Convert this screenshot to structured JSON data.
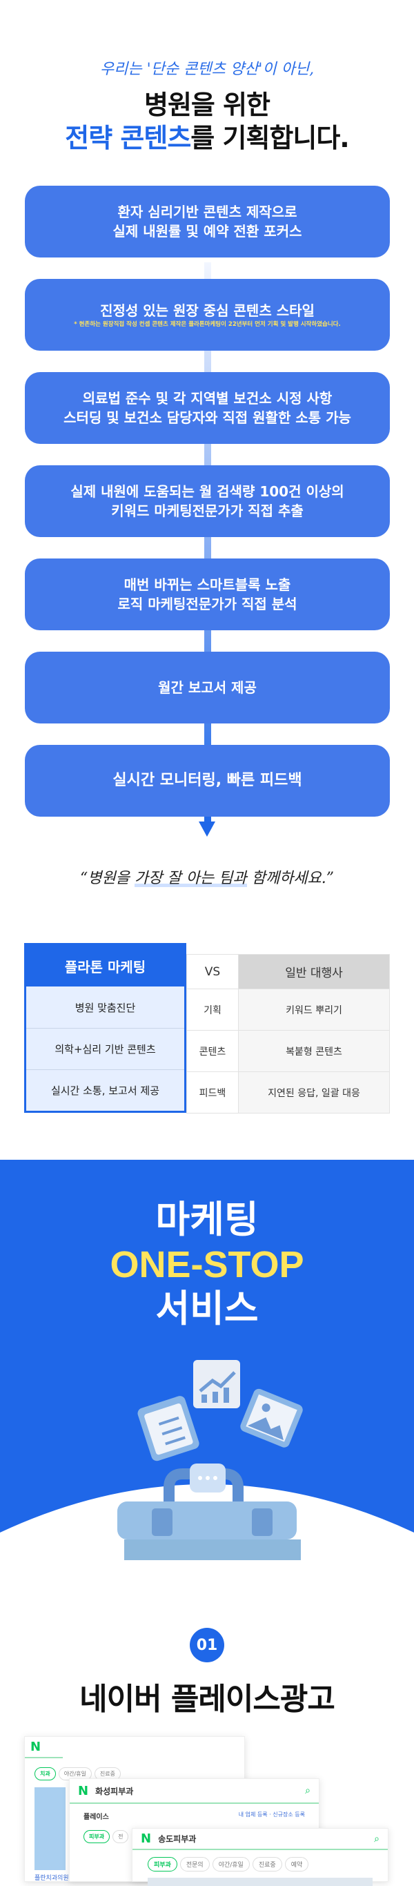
{
  "header": {
    "subtitle": "우리는 '단순 콘텐츠 양산'이 아닌,",
    "title_line1": "병원을 위한",
    "title_line2_blue": "전략 콘텐츠",
    "title_line2_rest": "를 기획합니다."
  },
  "steps": [
    {
      "line1": "환자 심리기반 콘텐츠 제작으로",
      "line2": "실제 내원률 및 예약 전환 포커스"
    },
    {
      "line1": "진정성 있는 원장 중심 콘텐츠 스타일",
      "note": "* 현존하는 원장직접 작성 컨셉 콘텐츠 제작은 플라톤마케팅이 22년부터 먼저 기획 및 발행 시작하였습니다."
    },
    {
      "line1": "의료법 준수 및 각 지역별 보건소 시정 사항",
      "line2": "스터딩 및 보건소 담당자와 직접 원활한 소통 가능"
    },
    {
      "line1": "실제 내원에 도움되는 월 검색량 100건 이상의",
      "line2": "키워드 마케팅전문가가 직접 추출"
    },
    {
      "line1": "매번 바뀌는 스마트블록 노출",
      "line2": "로직 마케팅전문가가 직접 분석"
    },
    {
      "line1": "월간 보고서 제공"
    },
    {
      "line1": "실시간 모니터링, 빠른 피드백"
    }
  ],
  "quote": {
    "open": "“",
    "pre": "병원을 ",
    "underlined": "가장 잘 아는 팀과",
    "post": " 함께하세요.",
    "close": "”"
  },
  "comparison": {
    "left_header": "플라톤 마케팅",
    "vs": "VS",
    "right_header": "일반 대행사",
    "rows": [
      {
        "ours": "병원 맞춤진단",
        "category": "기획",
        "theirs": "키워드 뿌리기"
      },
      {
        "ours": "의학+심리 기반 콘텐츠",
        "category": "콘텐츠",
        "theirs": "복붙형 콘텐츠"
      },
      {
        "ours": "실시간 소통, 보고서 제공",
        "category": "피드백",
        "theirs": "지연된 응답, 일괄 대응"
      }
    ]
  },
  "onestop": {
    "line1": "마케팅",
    "line2": "ONE-STOP",
    "line3": "서비스",
    "accent": "#ffe45c"
  },
  "section01": {
    "number": "01",
    "title": "네이버 플레이스광고"
  },
  "naver": {
    "back": {
      "chips": [
        "치과",
        "야간/휴일",
        "진료중"
      ],
      "result": "플란치과의원"
    },
    "mid": {
      "query": "화성피부과",
      "section": "플레이스",
      "links": "내 업체 등록 · 신규장소 등록",
      "chips": [
        "피부과",
        "전"
      ]
    },
    "front": {
      "query": "송도피부과",
      "chips": [
        "피부과",
        "전문의",
        "야간/휴일",
        "진료중",
        "예약"
      ]
    }
  },
  "colors": {
    "brand": "#1f67e8",
    "step": "#4479ea",
    "naver": "#03c75a"
  }
}
